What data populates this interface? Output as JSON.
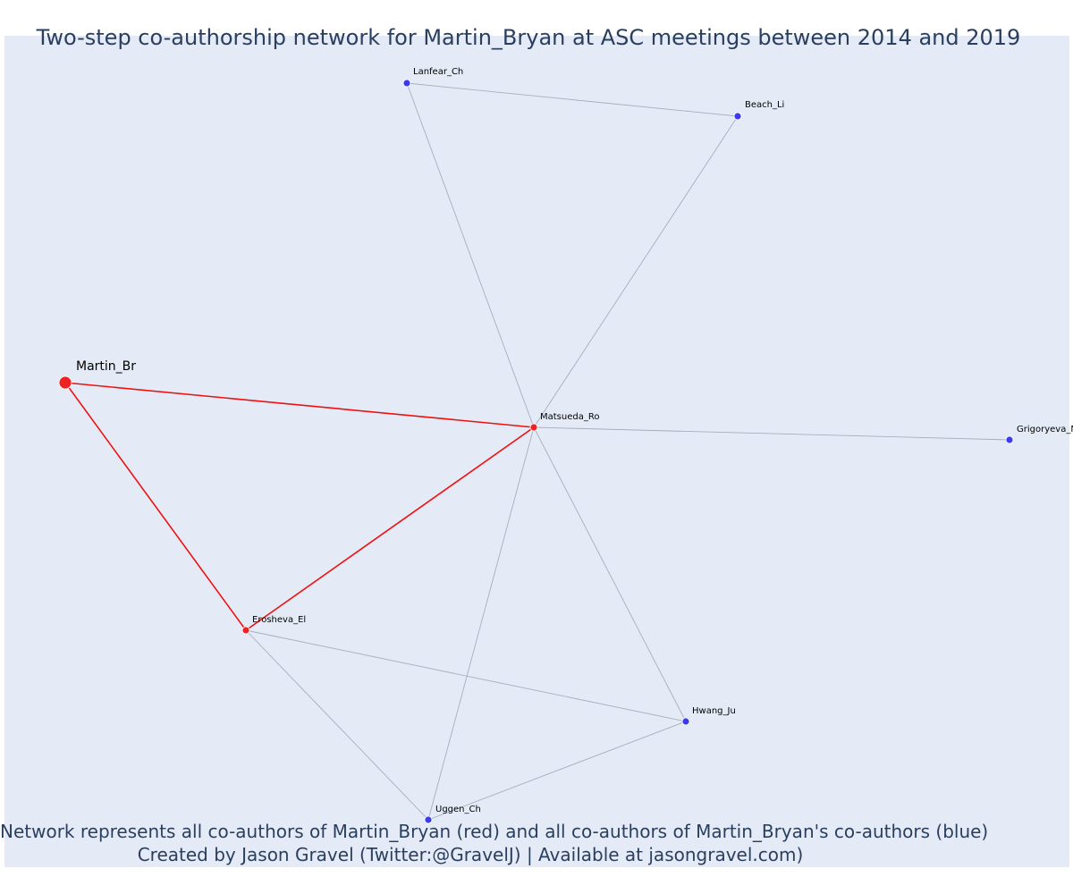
{
  "title": "Two-step co-authorship network for Martin_Bryan at ASC meetings between 2014 and 2019",
  "caption": {
    "line1": "Network represents all co-authors of Martin_Bryan (red) and all co-authors of Martin_Bryan's co-authors (blue)",
    "line2": "Created by Jason Gravel (Twitter:@GravelJ) | Available at jasongravel.com)"
  },
  "colors": {
    "background": "#e5ebf6",
    "title": "#2a3f5f",
    "direct_node": "#ee2222",
    "second_node": "#3b3bee",
    "direct_edge": "#ee1111",
    "second_edge": "#a7adbd"
  },
  "nodes": [
    {
      "id": "Martin_Br",
      "label": "Martin_Br",
      "group": "focal"
    },
    {
      "id": "Matsueda_Ro",
      "label": "Matsueda_Ro",
      "group": "direct"
    },
    {
      "id": "Erosheva_El",
      "label": "Erosheva_El",
      "group": "direct"
    },
    {
      "id": "Lanfear_Ch",
      "label": "Lanfear_Ch",
      "group": "second"
    },
    {
      "id": "Beach_Li",
      "label": "Beach_Li",
      "group": "second"
    },
    {
      "id": "Grigoryeva_M",
      "label": "Grigoryeva_M",
      "group": "second"
    },
    {
      "id": "Hwang_Ju",
      "label": "Hwang_Ju",
      "group": "second"
    },
    {
      "id": "Uggen_Ch",
      "label": "Uggen_Ch",
      "group": "second"
    }
  ],
  "edges": [
    {
      "source": "Martin_Br",
      "target": "Matsueda_Ro",
      "type": "direct"
    },
    {
      "source": "Martin_Br",
      "target": "Erosheva_El",
      "type": "direct"
    },
    {
      "source": "Erosheva_El",
      "target": "Matsueda_Ro",
      "type": "direct"
    },
    {
      "source": "Matsueda_Ro",
      "target": "Lanfear_Ch",
      "type": "second"
    },
    {
      "source": "Matsueda_Ro",
      "target": "Beach_Li",
      "type": "second"
    },
    {
      "source": "Lanfear_Ch",
      "target": "Beach_Li",
      "type": "second"
    },
    {
      "source": "Matsueda_Ro",
      "target": "Grigoryeva_M",
      "type": "second"
    },
    {
      "source": "Matsueda_Ro",
      "target": "Hwang_Ju",
      "type": "second"
    },
    {
      "source": "Matsueda_Ro",
      "target": "Uggen_Ch",
      "type": "second"
    },
    {
      "source": "Erosheva_El",
      "target": "Hwang_Ju",
      "type": "second"
    },
    {
      "source": "Erosheva_El",
      "target": "Uggen_Ch",
      "type": "second"
    },
    {
      "source": "Uggen_Ch",
      "target": "Hwang_Ju",
      "type": "second"
    }
  ]
}
